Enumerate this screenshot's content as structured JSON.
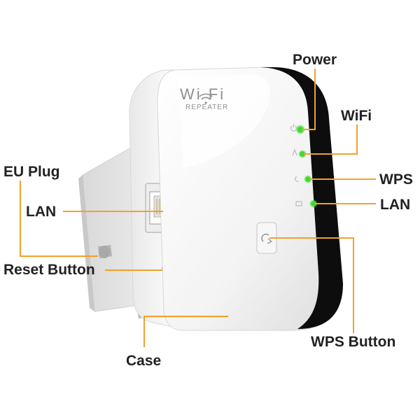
{
  "device": {
    "brand_main": "Wi Fi",
    "brand_sub": "REPEATER"
  },
  "callouts": {
    "power": "Power",
    "wifi": "WiFi",
    "wps": "WPS",
    "lan_right": "LAN",
    "eu_plug": "EU Plug",
    "lan_left": "LAN",
    "reset_button": "Reset Button",
    "wps_button": "WPS Button",
    "case": "Case"
  },
  "colors": {
    "leader_line": "#f2a12a",
    "led_green": "#3dd62a",
    "label_text": "#222222",
    "device_body": "#f4f4f4",
    "device_bezel": "#0d0d0d"
  }
}
